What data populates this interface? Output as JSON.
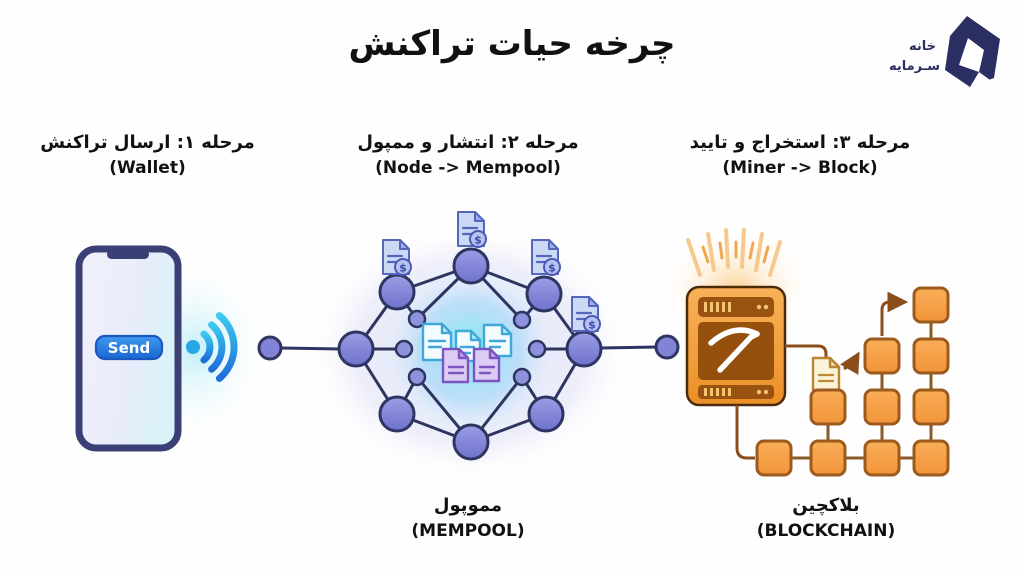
{
  "title": "چرخه حیات تراکنش",
  "logo": {
    "alt": "خانه سرمایه",
    "line1": "خانه",
    "line2": "سـرمایه"
  },
  "stages": [
    {
      "heading": "مرحله ۱: ارسال تراکنش",
      "subheading": "(Wallet)"
    },
    {
      "heading": "مرحله ۲: انتشار و ممپول",
      "subheading": "(Node -> Mempool)"
    },
    {
      "heading": "مرحله ۳: استخراج و تایید",
      "subheading": "(Miner -> Block)"
    }
  ],
  "wallet": {
    "send_label": "Send"
  },
  "mempool": {
    "caption_fa": "مموپول",
    "caption_en": "(MEMPOOL)"
  },
  "blockchain": {
    "caption_fa": "بلاکچین",
    "caption_en": "(BLOCKCHAIN)"
  },
  "icons": {
    "dollar_badge": "$"
  },
  "colors": {
    "line_navy": "#2e3560",
    "node_purple": "#8083d6",
    "wifi_blue": "#2196e0",
    "send_blue": "#2f87e6",
    "phone_navy": "#3a4076",
    "glow_cyan": "#7deef2",
    "miner_orange": "#f2a23f",
    "block_orange": "#f5a04a",
    "block_stroke": "#9c5a1d",
    "logo_navy": "#2b2e63"
  }
}
